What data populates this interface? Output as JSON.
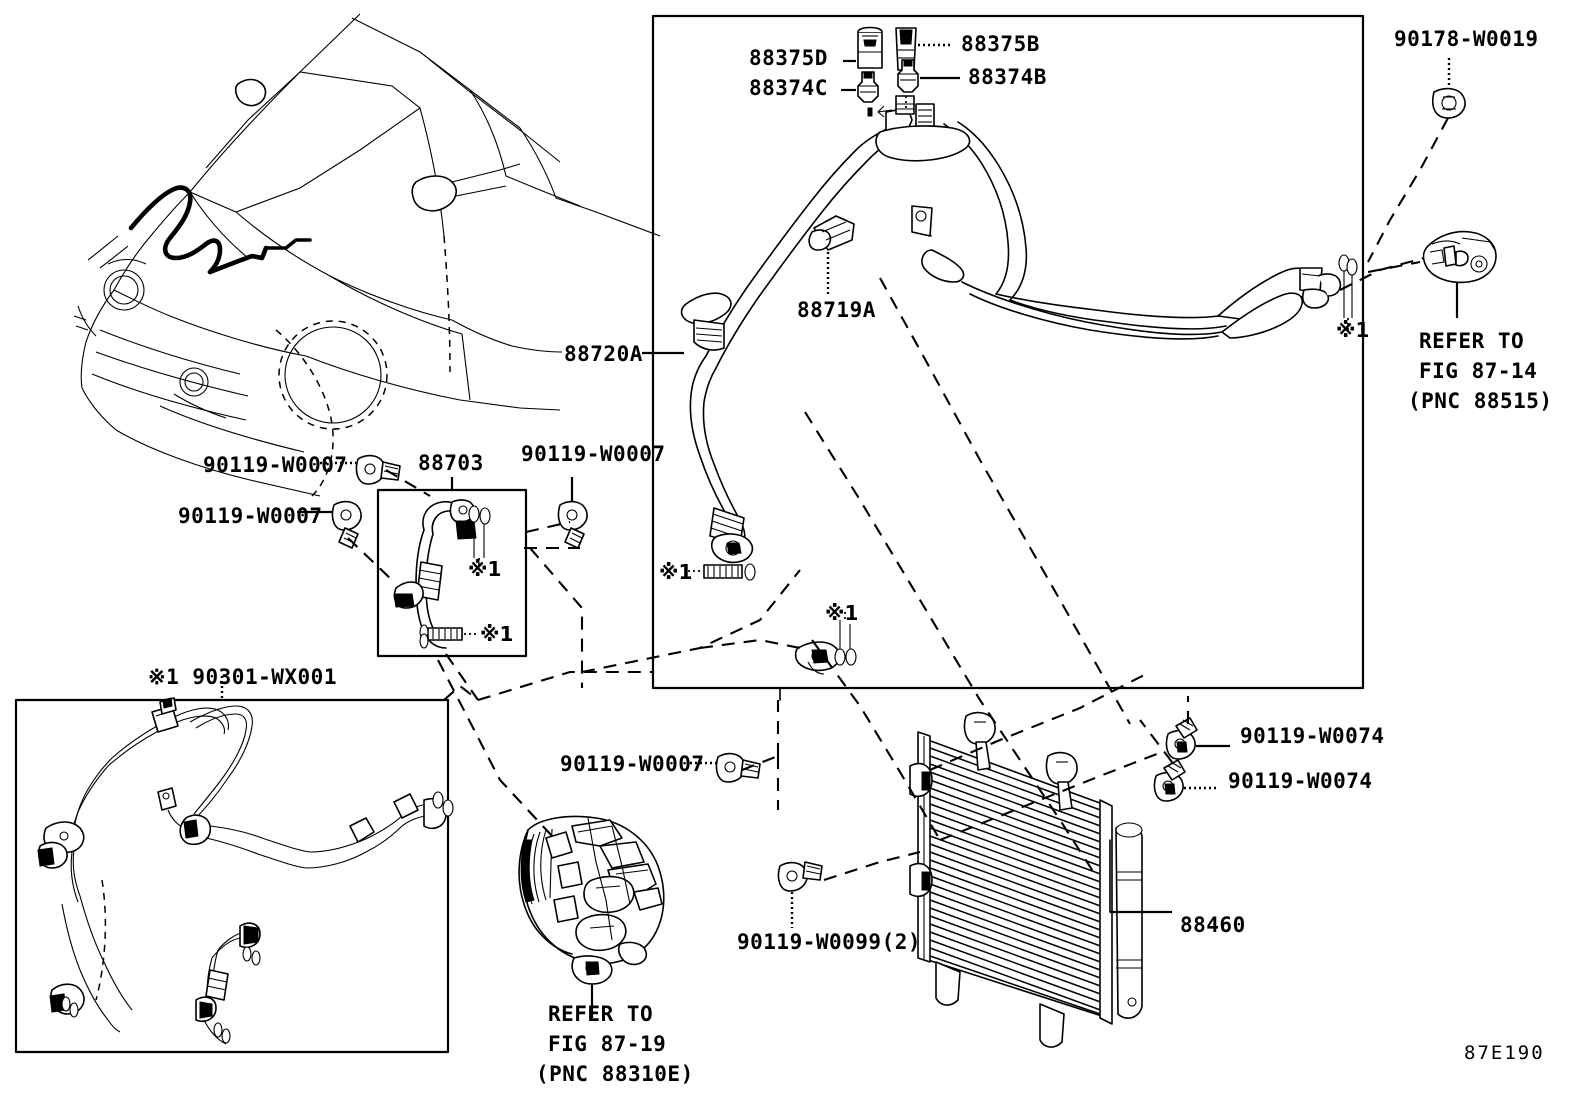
{
  "figure": {
    "code": "87E190",
    "title_code": "87E190"
  },
  "parts": {
    "p_88375D": "88375D",
    "p_88375B": "88375B",
    "p_88374C": "88374C",
    "p_88374B": "88374B",
    "p_88719A": "88719A",
    "p_88720A": "88720A",
    "p_88703": "88703",
    "p_88460": "88460",
    "p_90178_W0019": "90178-W0019",
    "p_90119_W0007_a": "90119-W0007",
    "p_90119_W0007_b": "90119-W0007",
    "p_90119_W0007_c": "90119-W0007",
    "p_90119_W0007_d": "90119-W0007",
    "p_90119_W0074_a": "90119-W0074",
    "p_90119_W0074_b": "90119-W0074",
    "p_90119_W0099": "90119-W0099(2)",
    "p_90301_WX001": "※1 90301-WX001"
  },
  "refer_boxes": {
    "fig_87_14": {
      "line1": "REFER TO",
      "line2": "FIG 87-14",
      "line3": "(PNC 88515)"
    },
    "fig_87_19": {
      "line1": "REFER TO",
      "line2": "FIG 87-19",
      "line3": "(PNC 88310E)"
    }
  },
  "marks": {
    "ast1_a": "※1",
    "ast1_b": "※1",
    "ast1_c": "※1",
    "ast1_d": "※1",
    "ast1_e": "※1"
  },
  "colors": {
    "ink": "#000000",
    "paper": "#ffffff"
  }
}
